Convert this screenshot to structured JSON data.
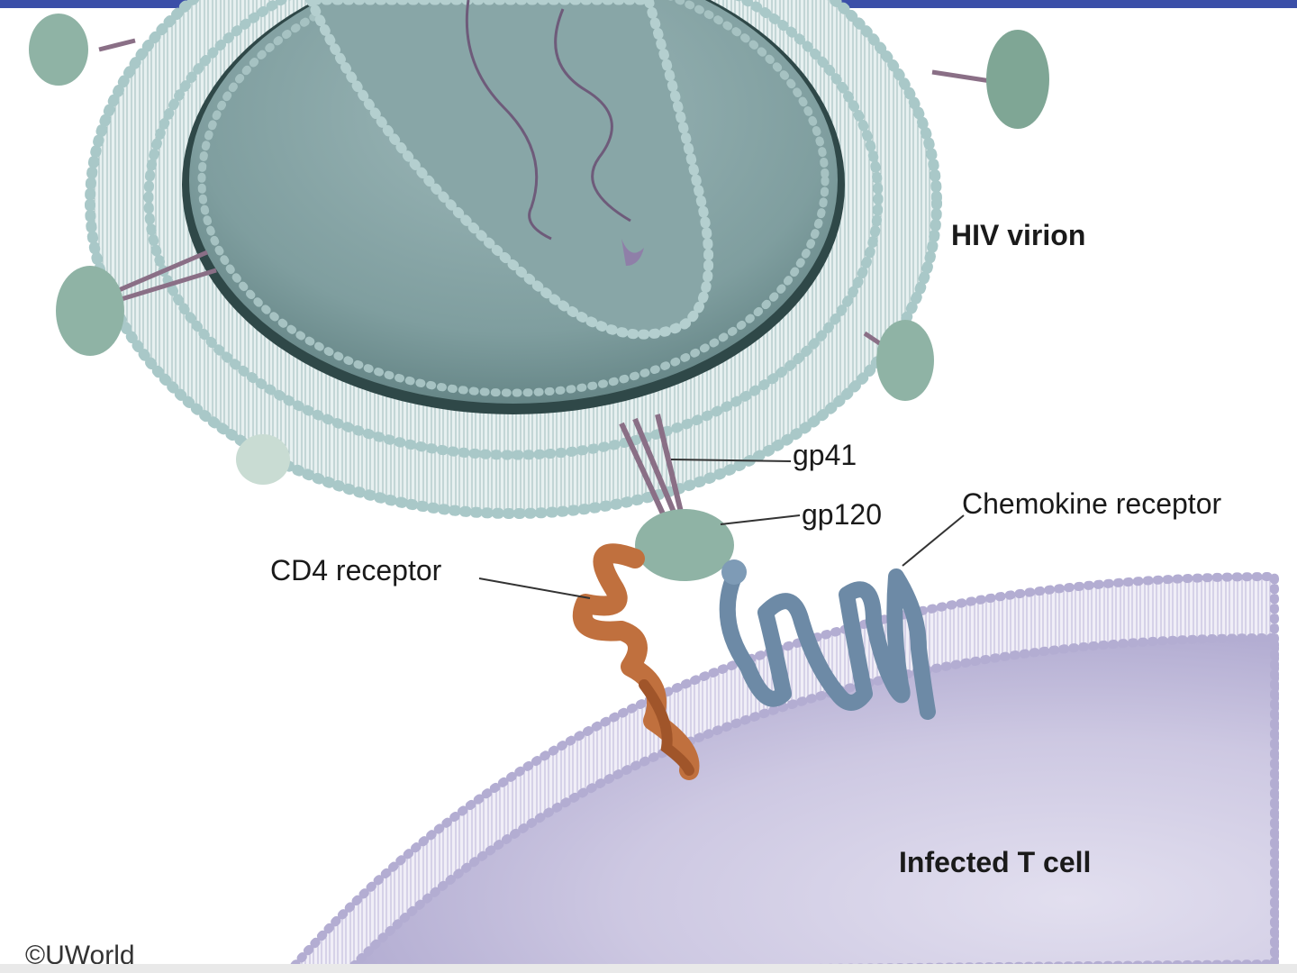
{
  "labels": {
    "hiv_virion": "HIV virion",
    "gp41": "gp41",
    "gp120": "gp120",
    "chemokine_receptor": "Chemokine receptor",
    "cd4_receptor": "CD4 receptor",
    "infected_t_cell": "Infected T cell",
    "copyright": "©UWorld"
  },
  "colors": {
    "virion_membrane": "#a9c8c8",
    "virion_interior": "#7f9e9f",
    "glycoprotein": "#8fb3a5",
    "gp41_stalk": "#8a6f86",
    "cd4_receptor": "#c0703e",
    "chemokine_receptor": "#6d8aa6",
    "t_cell_membrane": "#c7c3de",
    "t_cell_interior": "#cfcbe3",
    "top_bar": "#3b4fa8"
  }
}
